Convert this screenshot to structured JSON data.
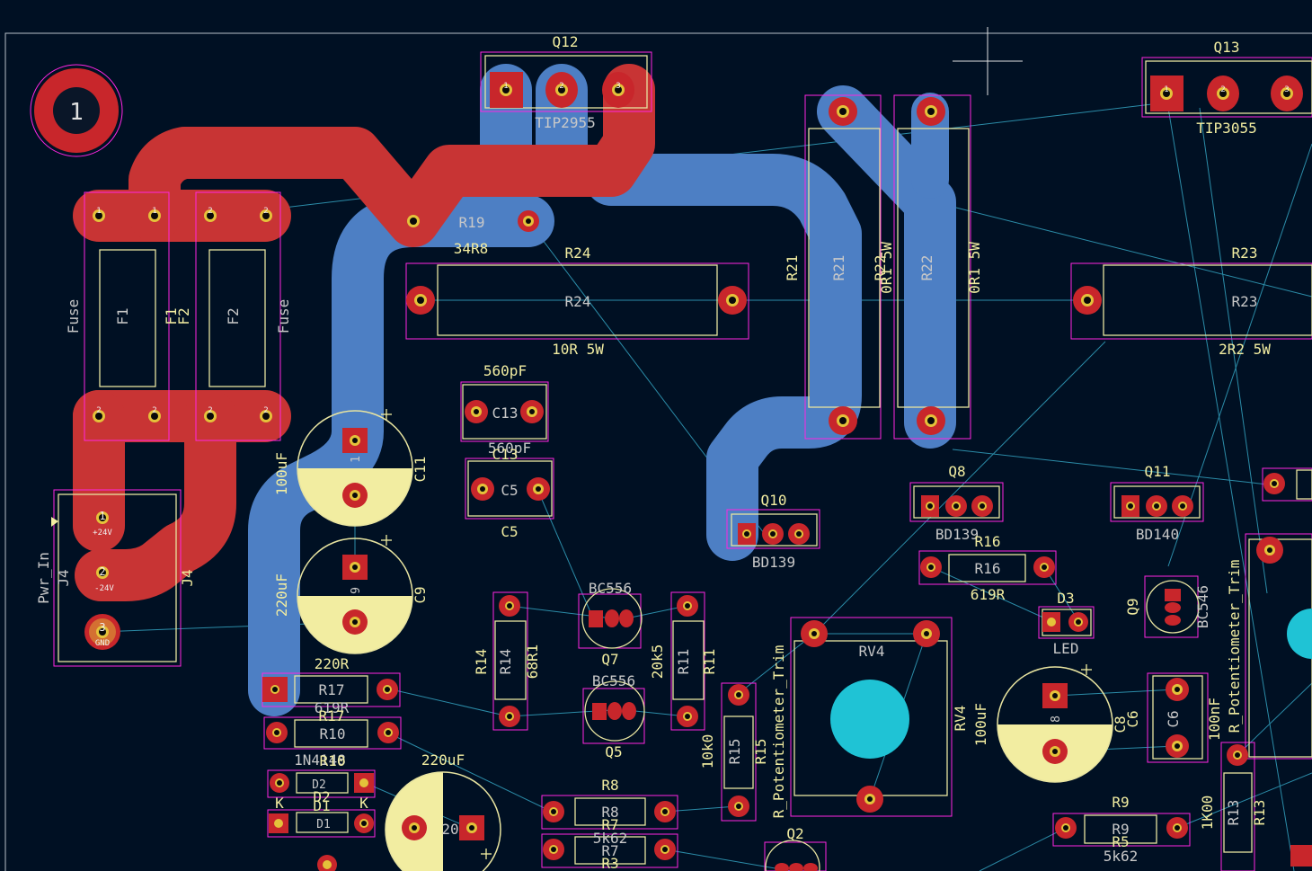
{
  "board": {
    "colors": {
      "background": "#001023",
      "front_copper": "#c83434",
      "back_copper": "#4d7fc4",
      "silkscreen": "#f2eda1",
      "courtyard": "#ff26e2",
      "ratsnest": "#2b8ca8",
      "pad": "#c8262b"
    },
    "mounting_hole": {
      "label": "1"
    }
  },
  "components": {
    "q12": {
      "ref": "Q12",
      "value": "TIP2955",
      "pins": [
        "1",
        "2",
        "3"
      ]
    },
    "q13": {
      "ref": "Q13",
      "value": "TIP3055",
      "pins": [
        "1",
        "2",
        "3"
      ]
    },
    "f1": {
      "ref": "F1",
      "ref_side": "F1",
      "value": "Fuse",
      "pins": [
        "1",
        "1",
        "2",
        "2"
      ]
    },
    "f2": {
      "ref": "F2",
      "ref_side": "F2",
      "value": "Fuse",
      "pins": [
        "2",
        "2",
        "2",
        "2"
      ]
    },
    "r19": {
      "ref": "R19",
      "value": "34R8"
    },
    "r24": {
      "ref": "R24",
      "ref_fab": "R24",
      "value": "10R 5W"
    },
    "r21": {
      "ref": "R21",
      "ref_fab": "R21",
      "value": "0R1 5W"
    },
    "r22": {
      "ref": "R22",
      "ref_fab": "R22",
      "value": "0R1 5W"
    },
    "r23": {
      "ref": "R23",
      "ref_fab": "R23",
      "value": "2R2 5W"
    },
    "c13": {
      "ref": "C13",
      "ref_fab": "C13",
      "value": "560pF"
    },
    "c5": {
      "ref": "C5",
      "ref_fab": "C5",
      "value": "560pF"
    },
    "c11": {
      "ref": "C11",
      "value": "100uF",
      "pin": "1"
    },
    "c9": {
      "ref": "C9",
      "value": "220uF",
      "pin": "9"
    },
    "c8": {
      "ref": "C8",
      "value": "100uF",
      "pin": "8"
    },
    "c6": {
      "ref": "C6",
      "ref_fab": "C6",
      "value": "100nF"
    },
    "c_lower": {
      "value": "220uF",
      "pin": "20"
    },
    "j4": {
      "ref": "J4",
      "value": "Pwr_In",
      "pins": [
        "+24V",
        "-24V",
        "GND"
      ],
      "pin_nums": [
        "1",
        "2",
        "3"
      ]
    },
    "q10": {
      "ref": "Q10",
      "value": "BD139"
    },
    "q8": {
      "ref": "Q8",
      "value": "BD139"
    },
    "q11": {
      "ref": "Q11",
      "value": "BD140"
    },
    "q9": {
      "ref": "Q9",
      "value": "BC546"
    },
    "q7": {
      "ref": "Q7",
      "value": "BC556"
    },
    "q5": {
      "ref": "Q5",
      "value": "BC556"
    },
    "q2": {
      "ref": "Q2"
    },
    "r16": {
      "ref": "R16",
      "ref_fab": "R16",
      "value": "619R"
    },
    "d3": {
      "ref": "D3",
      "value": "LED"
    },
    "r14": {
      "ref": "R14",
      "ref_fab": "R14",
      "value": "68R1"
    },
    "r11": {
      "ref": "R11",
      "ref_fab": "R11",
      "value": "20k5"
    },
    "r15": {
      "ref": "R15",
      "ref_fab": "R15",
      "value": "10k0"
    },
    "rv4": {
      "ref": "RV4",
      "ref_fab": "RV4",
      "value": "R_Potentiometer_Trim"
    },
    "rv_right": {
      "value": "R_Potentiometer_Trim"
    },
    "r17": {
      "ref": "R17",
      "ref_fab": "R17",
      "value": "220R",
      "value2": "619R"
    },
    "r10": {
      "ref": "R10",
      "ref_fab": "R10",
      "value2": "1N4148"
    },
    "d2": {
      "ref": "D2",
      "ref_fab": "D2",
      "pin_k": "K"
    },
    "d1": {
      "ref": "D1",
      "ref_fab": "D1",
      "pin_k": "K"
    },
    "r8": {
      "ref": "R8",
      "ref_fab": "R8"
    },
    "r7": {
      "ref": "R7",
      "ref_fab": "R7",
      "value": "5k62"
    },
    "r3": {
      "ref": "R3"
    },
    "r9": {
      "ref": "R9",
      "ref_fab": "R9",
      "value": "5k62"
    },
    "r5": {
      "ref": "R5"
    },
    "r13": {
      "ref": "R13",
      "ref_fab": "R13",
      "value": "1K00"
    }
  }
}
